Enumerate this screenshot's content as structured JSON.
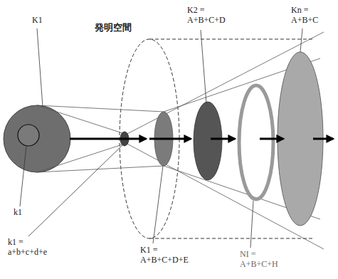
{
  "diagram": {
    "labels": [
      "K1",
      "発明空間",
      "K2 = A+B+C+D",
      "Kn = A+B+C",
      "k1",
      "k1 = a+b+c+d+e",
      "K1 = A+B+C+D+E",
      "NI = A+B+C+H"
    ]
  }
}
